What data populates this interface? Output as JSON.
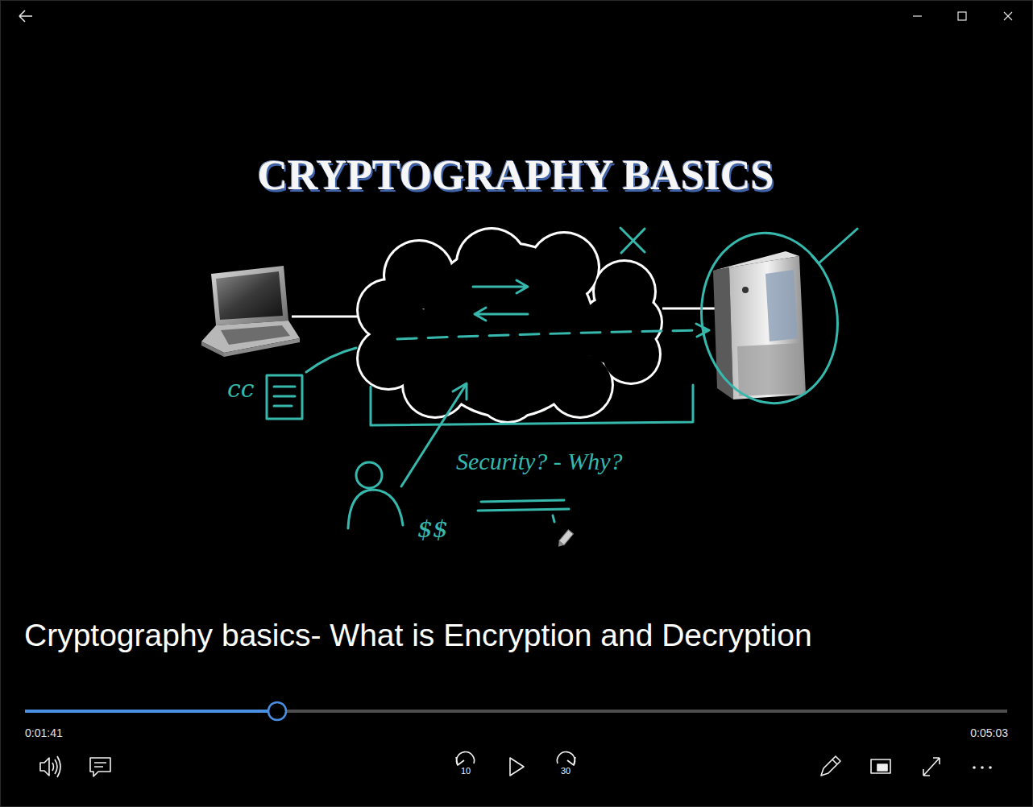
{
  "diagram": {
    "title": "CRYPTOGRAPHY BASICS",
    "caption": "Cryptography basics- What is Encryption and Decryption",
    "labels": [
      "cc",
      "$$",
      "Security? - Why?",
      "0:01:41",
      "0:05:03",
      "10",
      "30"
    ]
  }
}
